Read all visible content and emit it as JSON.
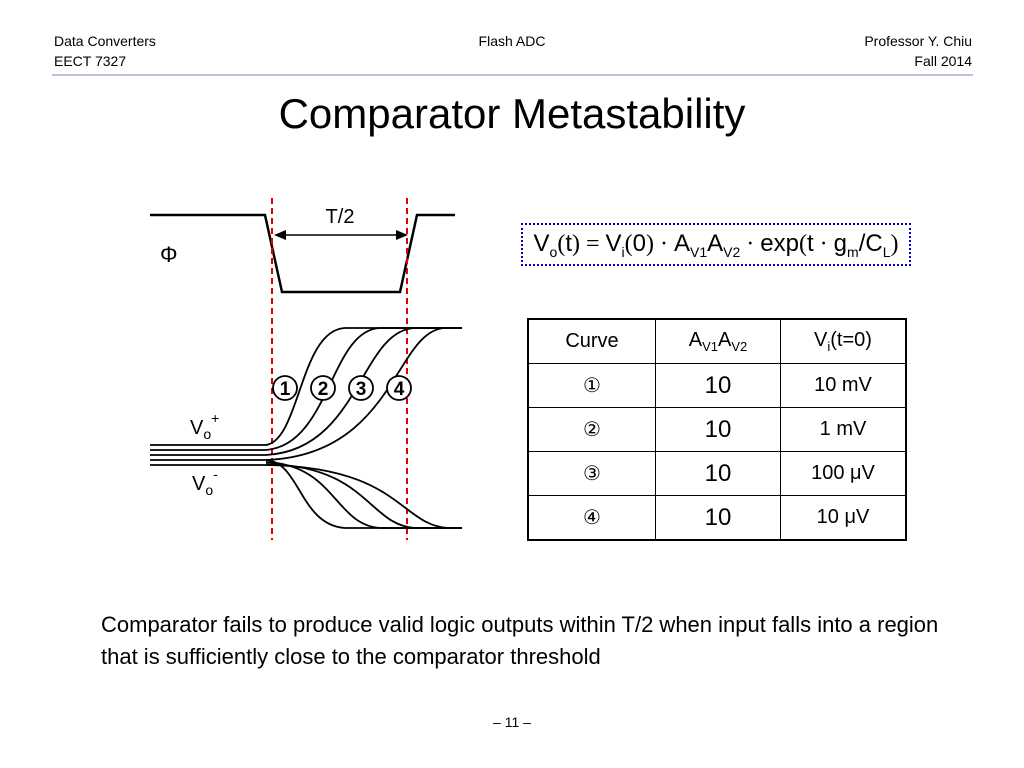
{
  "header": {
    "left_line1": "Data Converters",
    "left_line2": "EECT 7327",
    "center": "Flash ADC",
    "right_line1": "Professor Y. Chiu",
    "right_line2": "Fall 2014"
  },
  "title": "Comparator Metastability",
  "equation": {
    "vo": "V",
    "vo_sub": "o",
    "t1": "t",
    "vi": "V",
    "vi_sub": "i",
    "zero": "0",
    "a1": "A",
    "a1_sub": "V1",
    "a2": "A",
    "a2_sub": "V2",
    "exp": "exp",
    "t2": "t",
    "g": "g",
    "g_sub": "m",
    "c": "/C",
    "c_sub": "L"
  },
  "diagram": {
    "clock_label": "Φ",
    "half_period_label": "T/2",
    "vo_plus": "V",
    "vo_plus_sub": "o",
    "vo_plus_sup": "+",
    "vo_minus": "V",
    "vo_minus_sub": "o",
    "vo_minus_sup": "-",
    "curve_markers": [
      "1",
      "2",
      "3",
      "4"
    ],
    "colors": {
      "marker_lines": "#e00000"
    }
  },
  "table": {
    "header": {
      "curve": "Curve",
      "gain_a": "A",
      "gain_a_sub": "V1",
      "gain_b": "A",
      "gain_b_sub": "V2",
      "vi": "V",
      "vi_sub": "i",
      "vi_rest": "(t=0)"
    },
    "rows": [
      {
        "curve": "①",
        "gain": "10",
        "vi": "10 mV"
      },
      {
        "curve": "②",
        "gain": "10",
        "vi": "1 mV"
      },
      {
        "curve": "③",
        "gain": "10",
        "vi": "100 μV"
      },
      {
        "curve": "④",
        "gain": "10",
        "vi": "10 μV"
      }
    ]
  },
  "caption": "Comparator fails to produce valid logic outputs within T/2 when input falls into a region that is sufficiently close to the comparator threshold",
  "page_number": "– 11 –"
}
